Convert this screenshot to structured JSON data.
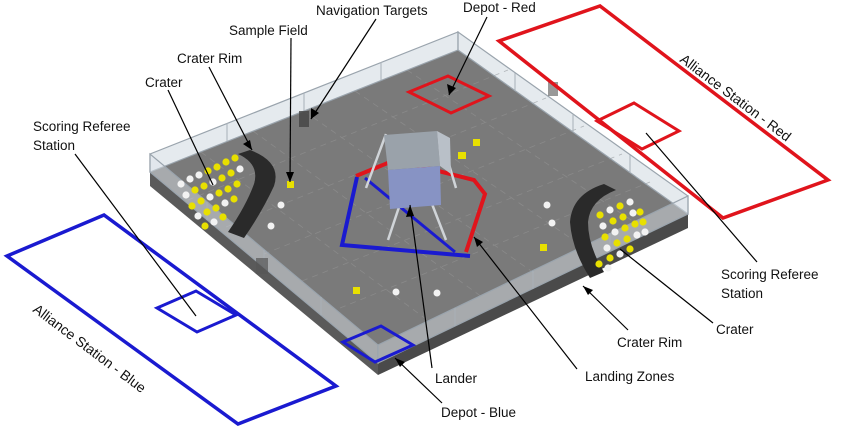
{
  "labels": {
    "navigation_targets": "Navigation Targets",
    "depot_red": "Depot - Red",
    "sample_field": "Sample Field",
    "crater_rim_left": "Crater Rim",
    "crater_left": "Crater",
    "scoring_referee_left_line1": "Scoring Referee",
    "scoring_referee_left_line2": "Station",
    "alliance_station_red": "Alliance Station - Red",
    "alliance_station_blue": "Alliance Station - Blue",
    "scoring_referee_right_line1": "Scoring Referee",
    "scoring_referee_right_line2": "Station",
    "crater_right": "Crater",
    "crater_rim_right": "Crater Rim",
    "landing_zones": "Landing Zones",
    "lander": "Lander",
    "depot_blue": "Depot - Blue"
  },
  "colors": {
    "red": "#e0141c",
    "blue": "#1a1ad0",
    "field": "#7a7a7a",
    "crater": "#2e2e2e",
    "gold": "#e8e000",
    "silver": "#f2f2f2"
  }
}
